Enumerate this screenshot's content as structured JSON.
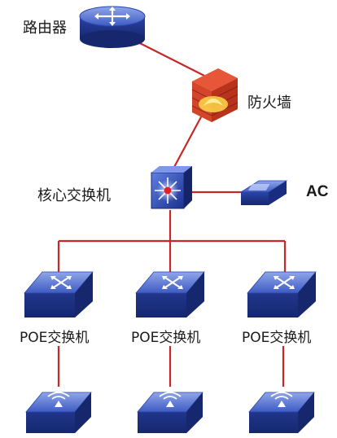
{
  "nodes": {
    "router": {
      "label": "路由器"
    },
    "firewall": {
      "label": "防火墙"
    },
    "core_switch": {
      "label": "核心交换机"
    },
    "ac": {
      "label": "AC"
    },
    "poe_switches": [
      {
        "label": "POE交换机"
      },
      {
        "label": "POE交换机"
      },
      {
        "label": "POE交换机"
      }
    ]
  },
  "colors": {
    "link": "#c62828",
    "device_blue": "#2a44a8",
    "device_light": "#8fa6e8",
    "firewall_brick": "#d2452b",
    "firewall_glow": "#f4c430"
  }
}
